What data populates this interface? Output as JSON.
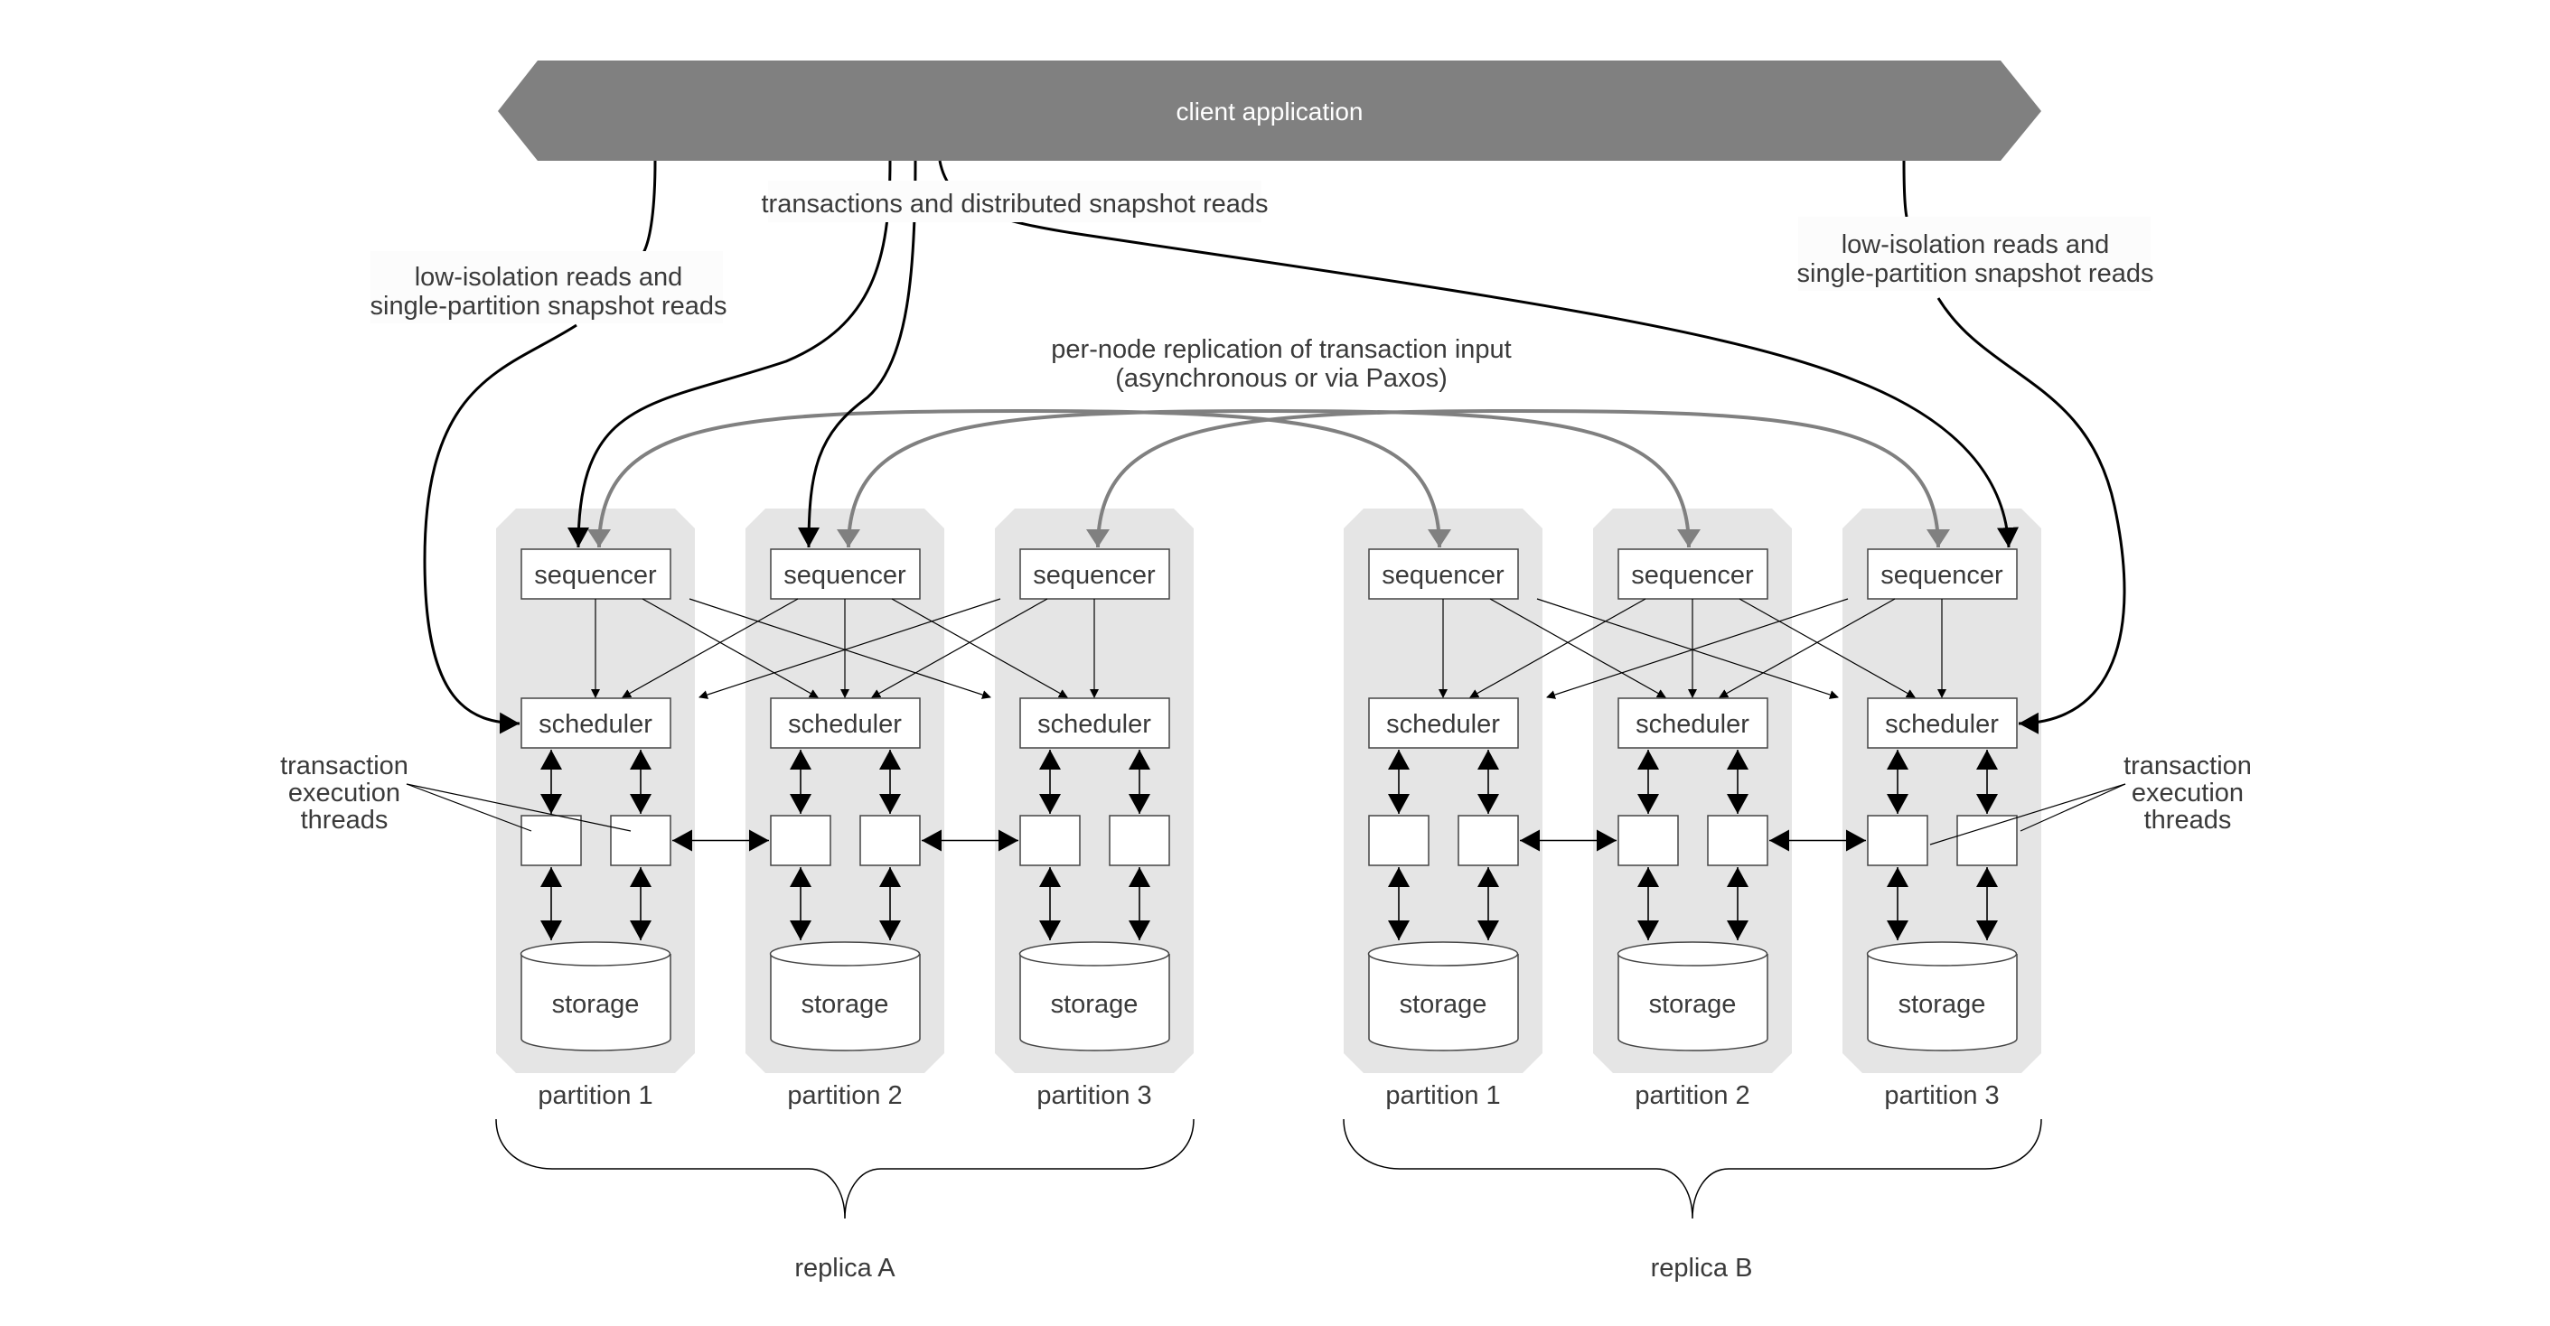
{
  "client": {
    "label": "client application"
  },
  "annotations": {
    "transactions_label": "transactions and distributed snapshot reads",
    "low_iso_left": [
      "low-isolation reads and",
      "single-partition snapshot reads"
    ],
    "low_iso_right": [
      "low-isolation reads and",
      "single-partition snapshot reads"
    ],
    "replication": [
      "per-node replication of transaction input",
      "(asynchronous or via Paxos)"
    ],
    "threads_left": [
      "transaction",
      "execution",
      "threads"
    ],
    "threads_right": [
      "transaction",
      "execution",
      "threads"
    ]
  },
  "replicas": [
    {
      "label": "replica A",
      "partitions": [
        {
          "label": "partition 1",
          "sequencer": "sequencer",
          "scheduler": "scheduler",
          "storage": "storage"
        },
        {
          "label": "partition 2",
          "sequencer": "sequencer",
          "scheduler": "scheduler",
          "storage": "storage"
        },
        {
          "label": "partition 3",
          "sequencer": "sequencer",
          "scheduler": "scheduler",
          "storage": "storage"
        }
      ]
    },
    {
      "label": "replica B",
      "partitions": [
        {
          "label": "partition 1",
          "sequencer": "sequencer",
          "scheduler": "scheduler",
          "storage": "storage"
        },
        {
          "label": "partition 2",
          "sequencer": "sequencer",
          "scheduler": "scheduler",
          "storage": "storage"
        },
        {
          "label": "partition 3",
          "sequencer": "sequencer",
          "scheduler": "scheduler",
          "storage": "storage"
        }
      ]
    }
  ],
  "colors": {
    "client_fill": "#808080",
    "partition_bg": "#e5e5e5",
    "replication_arrow": "#808080",
    "line": "#000000",
    "text": "#3a3a3a"
  }
}
